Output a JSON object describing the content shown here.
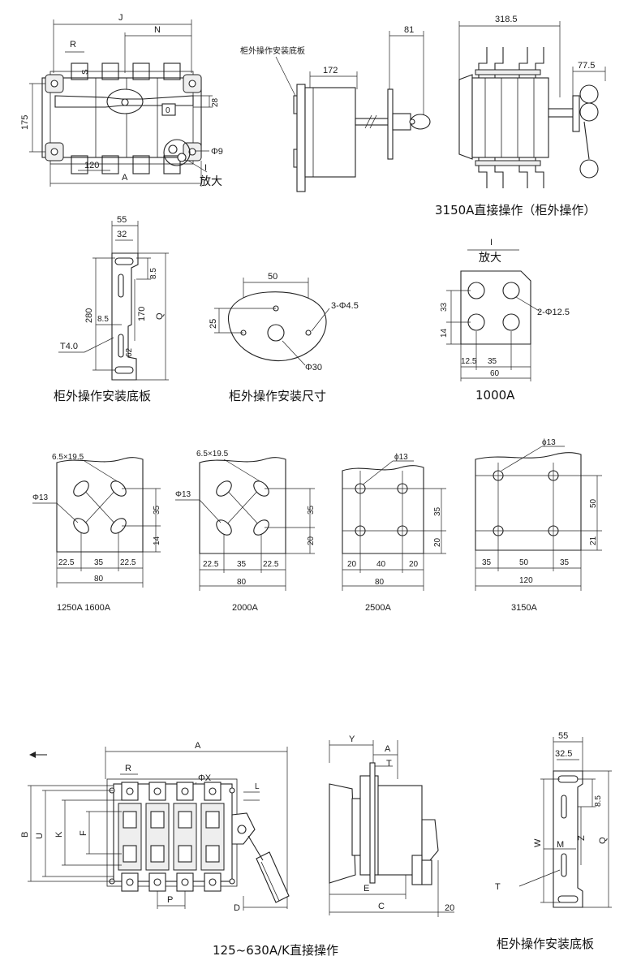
{
  "top_front": {
    "J": "J",
    "N": "N",
    "R": "R",
    "S": "S",
    "d175": "175",
    "d28": "28",
    "d120": "120",
    "A": "A",
    "phi9": "Φ9",
    "I": "I",
    "enlarge": "放大",
    "O": "0"
  },
  "top_side": {
    "plate_label": "柜外操作安装底板",
    "d172": "172",
    "d81": "81"
  },
  "top_right": {
    "d318": "318.5",
    "d77": "77.5",
    "caption": "3150A直接操作（柜外操作）"
  },
  "plate": {
    "d55": "55",
    "d32": "32",
    "d8_5": "8.5",
    "d280": "280",
    "d170": "170",
    "Q": "Q",
    "d8_5b": "8.5",
    "T40": "T4.0",
    "d62": "62",
    "caption": "柜外操作安装底板"
  },
  "mount": {
    "d50": "50",
    "holes": "3-Φ4.5",
    "d25": "25",
    "phi30": "Φ30",
    "caption": "柜外操作安装尺寸"
  },
  "a1000": {
    "I": "I",
    "enlarge": "放大",
    "d33": "33",
    "d14": "14",
    "holes": "2-Φ12.5",
    "d12_5": "12.5",
    "d35": "35",
    "d60": "60",
    "caption": "1000A"
  },
  "a1250": {
    "slot": "6.5×19.5",
    "phi13": "Φ13",
    "d35": "35",
    "d14": "14",
    "d22a": "22.5",
    "d35b": "35",
    "d22b": "22.5",
    "d80": "80",
    "caption": "1250A 1600A"
  },
  "a2000": {
    "slot": "6.5×19.5",
    "phi13": "Φ13",
    "d35": "35",
    "d20": "20",
    "d22a": "22.5",
    "d35b": "35",
    "d22b": "22.5",
    "d80": "80",
    "caption": "2000A"
  },
  "a2500": {
    "phi13": "ϕ13",
    "d35": "35",
    "d20": "20",
    "d20a": "20",
    "d40": "40",
    "d20b": "20",
    "d80": "80",
    "caption": "2500A"
  },
  "a3150": {
    "phi13": "ϕ13",
    "d50": "50",
    "d21": "21",
    "d35a": "35",
    "d50b": "50",
    "d35b": "35",
    "d120": "120",
    "caption": "3150A"
  },
  "bottom_front": {
    "A": "A",
    "R": "R",
    "phiX": "ΦX",
    "L": "L",
    "B": "B",
    "U": "U",
    "K": "K",
    "F": "F",
    "P": "P",
    "D": "D",
    "caption": "125~630A/K直接操作"
  },
  "bottom_side": {
    "Y": "Y",
    "A": "A",
    "T": "T",
    "E": "E",
    "C": "C",
    "d20": "20"
  },
  "bottom_plate": {
    "d55": "55",
    "d32": "32.5",
    "d8_5": "8.5",
    "W": "W",
    "M": "M",
    "Z": "Z",
    "Q": "Q",
    "T": "T",
    "caption": "柜外操作安装底板"
  }
}
